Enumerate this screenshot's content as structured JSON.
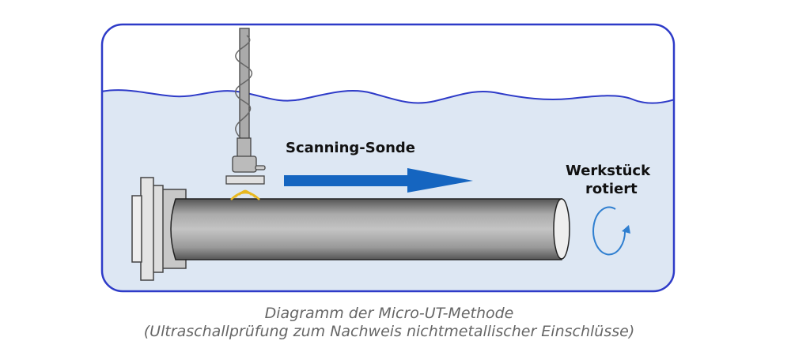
{
  "labels": {
    "probe": "Scanning-Sonde",
    "rotation_line1": "Werkstück",
    "rotation_line2": "rotiert"
  },
  "caption": {
    "line1": "Diagramm der Micro-UT-Methode",
    "line2": "(Ultraschallprüfung zum Nachweis nichtmetallischer Einschlüsse)"
  },
  "colors": {
    "tank_outline": "#2e3bc8",
    "water": "#dde7f3",
    "arrow": "#1565c0",
    "pulse": "#e8b820",
    "caption": "#666666"
  }
}
